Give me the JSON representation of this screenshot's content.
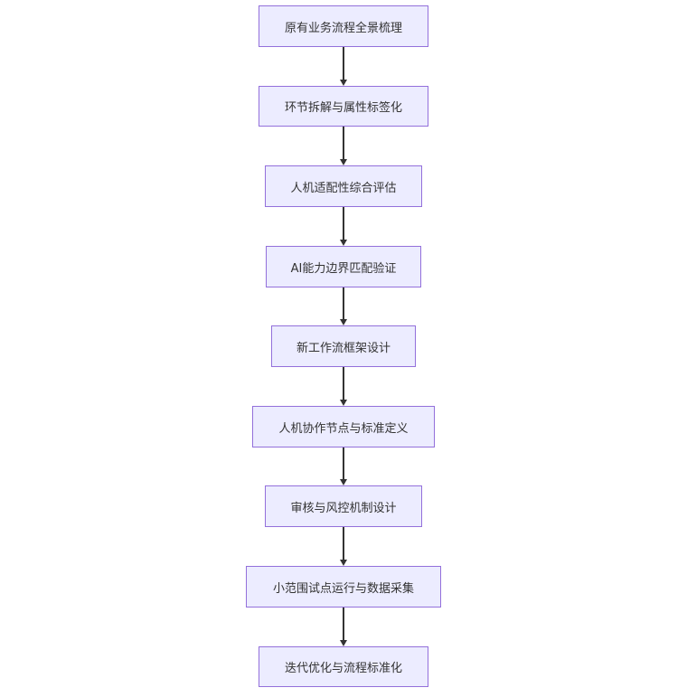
{
  "flowchart": {
    "nodes": [
      "原有业务流程全景梳理",
      "环节拆解与属性标签化",
      "人机适配性综合评估",
      "AI能力边界匹配验证",
      "新工作流框架设计",
      "人机协作节点与标准定义",
      "审核与风控机制设计",
      "小范围试点运行与数据采集",
      "迭代优化与流程标准化"
    ]
  },
  "colors": {
    "node_fill": "#ececff",
    "node_border": "#9370db",
    "edge": "#333333",
    "text": "#333333"
  }
}
